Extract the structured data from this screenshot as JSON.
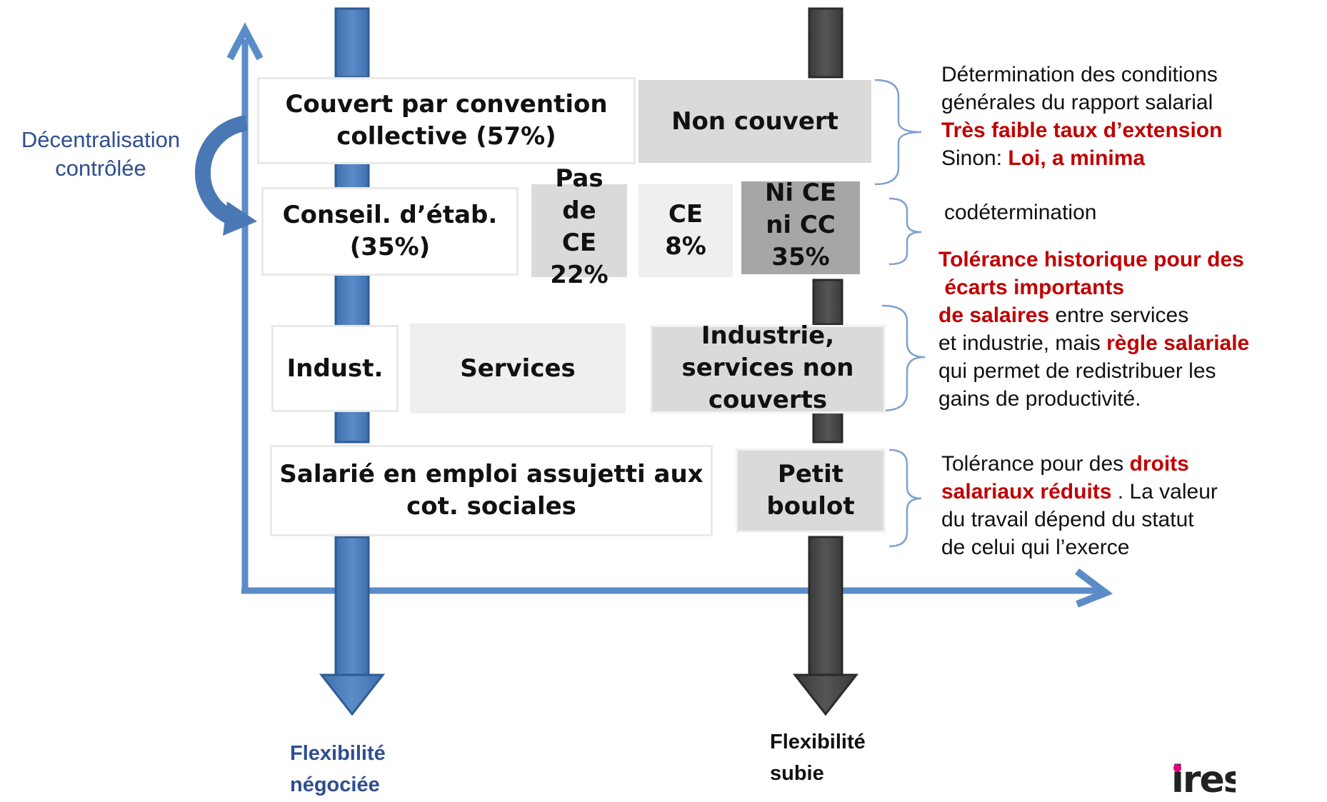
{
  "colors": {
    "axis_blue": "#5b8cc8",
    "bar_blue": "#4f81bd",
    "bar_dark": "#4d4d4d",
    "label_blue": "#2e4e8f",
    "emphasis_red": "#c00000",
    "logo_pink": "#e4007c"
  },
  "left_label": {
    "line1": "Décentralisation",
    "line2": "contrôlée"
  },
  "rows": {
    "r1": {
      "covered": {
        "line1": "Couvert par convention",
        "line2": "collective (57%)"
      },
      "uncovered": "Non couvert"
    },
    "r2": {
      "works_council": {
        "line1": "Conseil. d’étab.",
        "line2": "(35%)"
      },
      "no_ce": {
        "line1": "Pas",
        "line2": "de",
        "line3": "CE",
        "line4": "22%"
      },
      "ce": {
        "line1": "CE",
        "line2": "8%"
      },
      "neither": {
        "line1": "Ni CE",
        "line2": "ni CC",
        "line3": "35%"
      }
    },
    "r3": {
      "industry": "Indust.",
      "services": "Services",
      "uncovered_sectors": {
        "line1": "Industrie,",
        "line2": "services non",
        "line3": "couverts"
      }
    },
    "r4": {
      "employee": {
        "line1": "Salarié en emploi assujetti aux",
        "line2": "cot. sociales"
      },
      "odd_job": {
        "line1": "Petit",
        "line2": "boulot"
      }
    }
  },
  "notes": {
    "n1": {
      "l1": "Détermination des conditions",
      "l2": "générales du rapport salarial",
      "l3": "Très faible taux d’extension",
      "l4_a": "Sinon: ",
      "l4_b": "Loi, a minima"
    },
    "n2": {
      "l1": "codétermination"
    },
    "n3": {
      "l1": "Tolérance historique pour des",
      "l2": " écarts importants",
      "l3_a": "de salaires",
      "l3_b": " entre services",
      "l4_a": "et industrie, mais ",
      "l4_b": "règle salariale",
      "l5": "qui permet de redistribuer les",
      "l6": "gains de productivité."
    },
    "n4": {
      "l1_a": "Tolérance pour des ",
      "l1_b": "droits",
      "l2_a": "salariaux réduits",
      "l2_b": " . La valeur",
      "l3": "du travail dépend du statut",
      "l4": "de celui qui l’exerce"
    }
  },
  "bottom_labels": {
    "negotiated": {
      "line1": "Flexibilité",
      "line2": "négociée"
    },
    "imposed": {
      "line1": "Flexibilité",
      "line2": "subie"
    }
  },
  "logo": {
    "text": "ires"
  }
}
